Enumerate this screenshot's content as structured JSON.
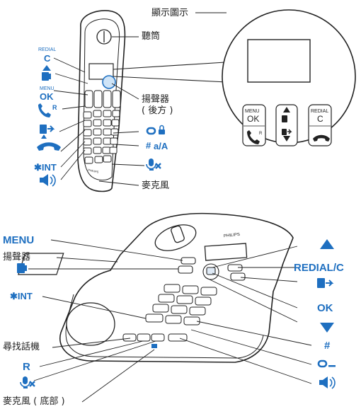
{
  "handset": {
    "labels": {
      "display_icon": "顯示圖示",
      "earpiece": "聽筒",
      "speaker_rear_1": "揚聲器",
      "speaker_rear_2": "( 後方 )",
      "microphone": "麥克風"
    },
    "left_keys": {
      "redial_small": "REDIAL",
      "redial_c": "C",
      "menu_small": "MENU",
      "ok": "OK",
      "r": "R",
      "int": "✱INT"
    },
    "right_keys": {
      "key_lock": "a/A"
    },
    "zoom": {
      "menu_small": "MENU",
      "ok": "OK",
      "r": "R",
      "redial_small": "REDIAL",
      "c": "C"
    }
  },
  "base": {
    "left_labels": {
      "menu": "MENU",
      "speaker": "揚聲器",
      "int": "✱INT",
      "find_handset": "尋找話機",
      "r": "R",
      "microphone_bottom": "麥克風 ( 底部 )"
    },
    "right_labels": {
      "redial_c": "REDIAL/C",
      "ok": "OK",
      "hash": "#"
    },
    "brand": "PHILIPS",
    "handset_brand": "PHILIPS"
  },
  "colors": {
    "accent": "#1e6fc0",
    "line": "#222222"
  }
}
